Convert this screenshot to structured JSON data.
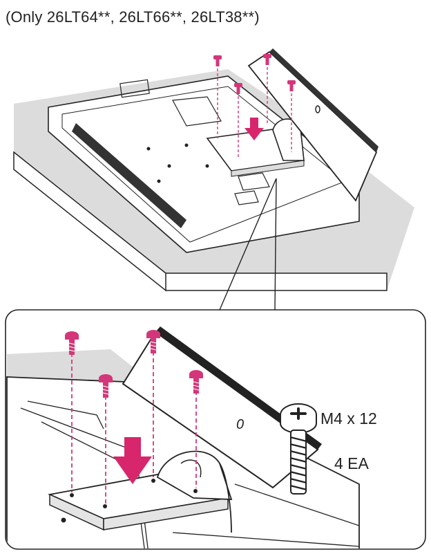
{
  "caption": "(Only 26LT64**, 26LT66**, 26LT38**)",
  "screw_spec": "M4 x 12",
  "screw_count": "4 EA",
  "colors": {
    "screw": "#d4367a",
    "arrow": "#d8266c",
    "line": "#222222",
    "cushion": "#dcdcdc"
  }
}
